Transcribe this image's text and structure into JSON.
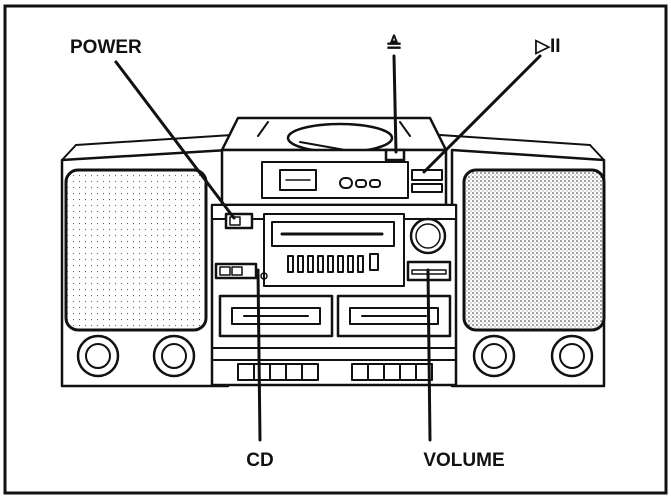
{
  "labels": {
    "power": "POWER",
    "eject": "≜",
    "play_pause": "▷II",
    "cd": "CD",
    "volume": "VOLUME"
  },
  "colors": {
    "ink": "#111111",
    "paper": "#ffffff"
  }
}
